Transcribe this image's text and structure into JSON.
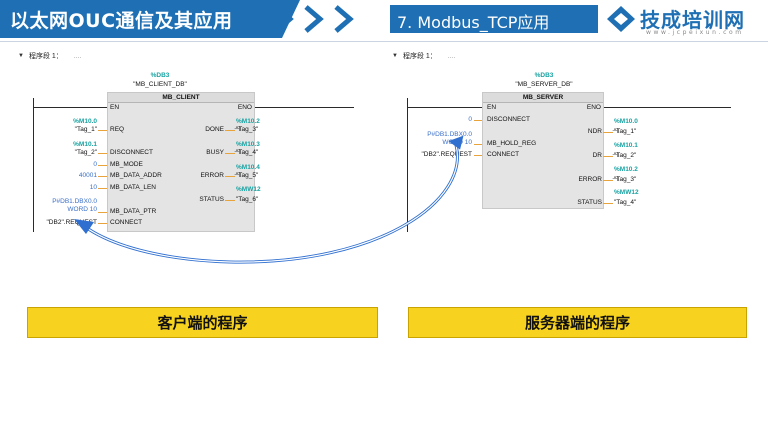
{
  "header": {
    "left_title": "以太网OUC通信及其应用",
    "right_title": "7. Modbus_TCP应用",
    "logo_text": "技成培训网",
    "logo_url": "www.jcpeixun.com",
    "brand_color": "#1e6fb3"
  },
  "client": {
    "segment_label": "程序段 1：",
    "segment_dots": "....",
    "db_addr": "%DB3",
    "db_name": "\"MB_CLIENT_DB\"",
    "block_title": "MB_CLIENT",
    "en": "EN",
    "eno": "ENO",
    "inputs": [
      {
        "addr": "%M10.0",
        "tag": "\"Tag_1\"",
        "pin": "REQ"
      },
      {
        "addr": "%M10.1",
        "tag": "\"Tag_2\"",
        "pin": "DISCONNECT"
      },
      {
        "value": "0",
        "pin": "MB_MODE"
      },
      {
        "value": "40001",
        "pin": "MB_DATA_ADDR"
      },
      {
        "value": "10",
        "pin": "MB_DATA_LEN"
      },
      {
        "addr": "P#DB1.DBX0.0",
        "tag": "WORD 10",
        "pin": "MB_DATA_PTR"
      },
      {
        "tag": "\"DB2\".REQUEST",
        "pin": "CONNECT"
      }
    ],
    "outputs": [
      {
        "pin": "DONE",
        "addr": "%M10.2",
        "tag": "\"Tag_3\""
      },
      {
        "pin": "BUSY",
        "addr": "%M10.3",
        "tag": "\"Tag_4\""
      },
      {
        "pin": "ERROR",
        "addr": "%M10.4",
        "tag": "\"Tag_5\""
      },
      {
        "pin": "STATUS",
        "addr": "%MW12",
        "tag": "\"Tag_6\""
      }
    ],
    "caption": "客户端的程序"
  },
  "server": {
    "segment_label": "程序段 1：",
    "segment_dots": "....",
    "db_addr": "%DB3",
    "db_name": "\"MB_SERVER_DB\"",
    "block_title": "MB_SERVER",
    "en": "EN",
    "eno": "ENO",
    "inputs": [
      {
        "value": "0",
        "pin": "DISCONNECT"
      },
      {
        "addr": "P#DB1.DBX0.0",
        "tag": "WORD 10",
        "pin": "MB_HOLD_REG"
      },
      {
        "tag": "\"DB2\".REQUEST",
        "pin": "CONNECT"
      }
    ],
    "outputs": [
      {
        "pin": "NDR",
        "addr": "%M10.0",
        "tag": "\"Tag_1\""
      },
      {
        "pin": "DR",
        "addr": "%M10.1",
        "tag": "\"Tag_2\""
      },
      {
        "pin": "ERROR",
        "addr": "%M10.2",
        "tag": "\"Tag_3\""
      },
      {
        "pin": "STATUS",
        "addr": "%MW12",
        "tag": "\"Tag_4\""
      }
    ],
    "caption": "服务器端的程序"
  },
  "colors": {
    "caption_fill": "#f7d21f",
    "arrow": "#2f6fd0",
    "pin_wire": "#e8a33a",
    "tag_address": "#1aa2a2"
  }
}
